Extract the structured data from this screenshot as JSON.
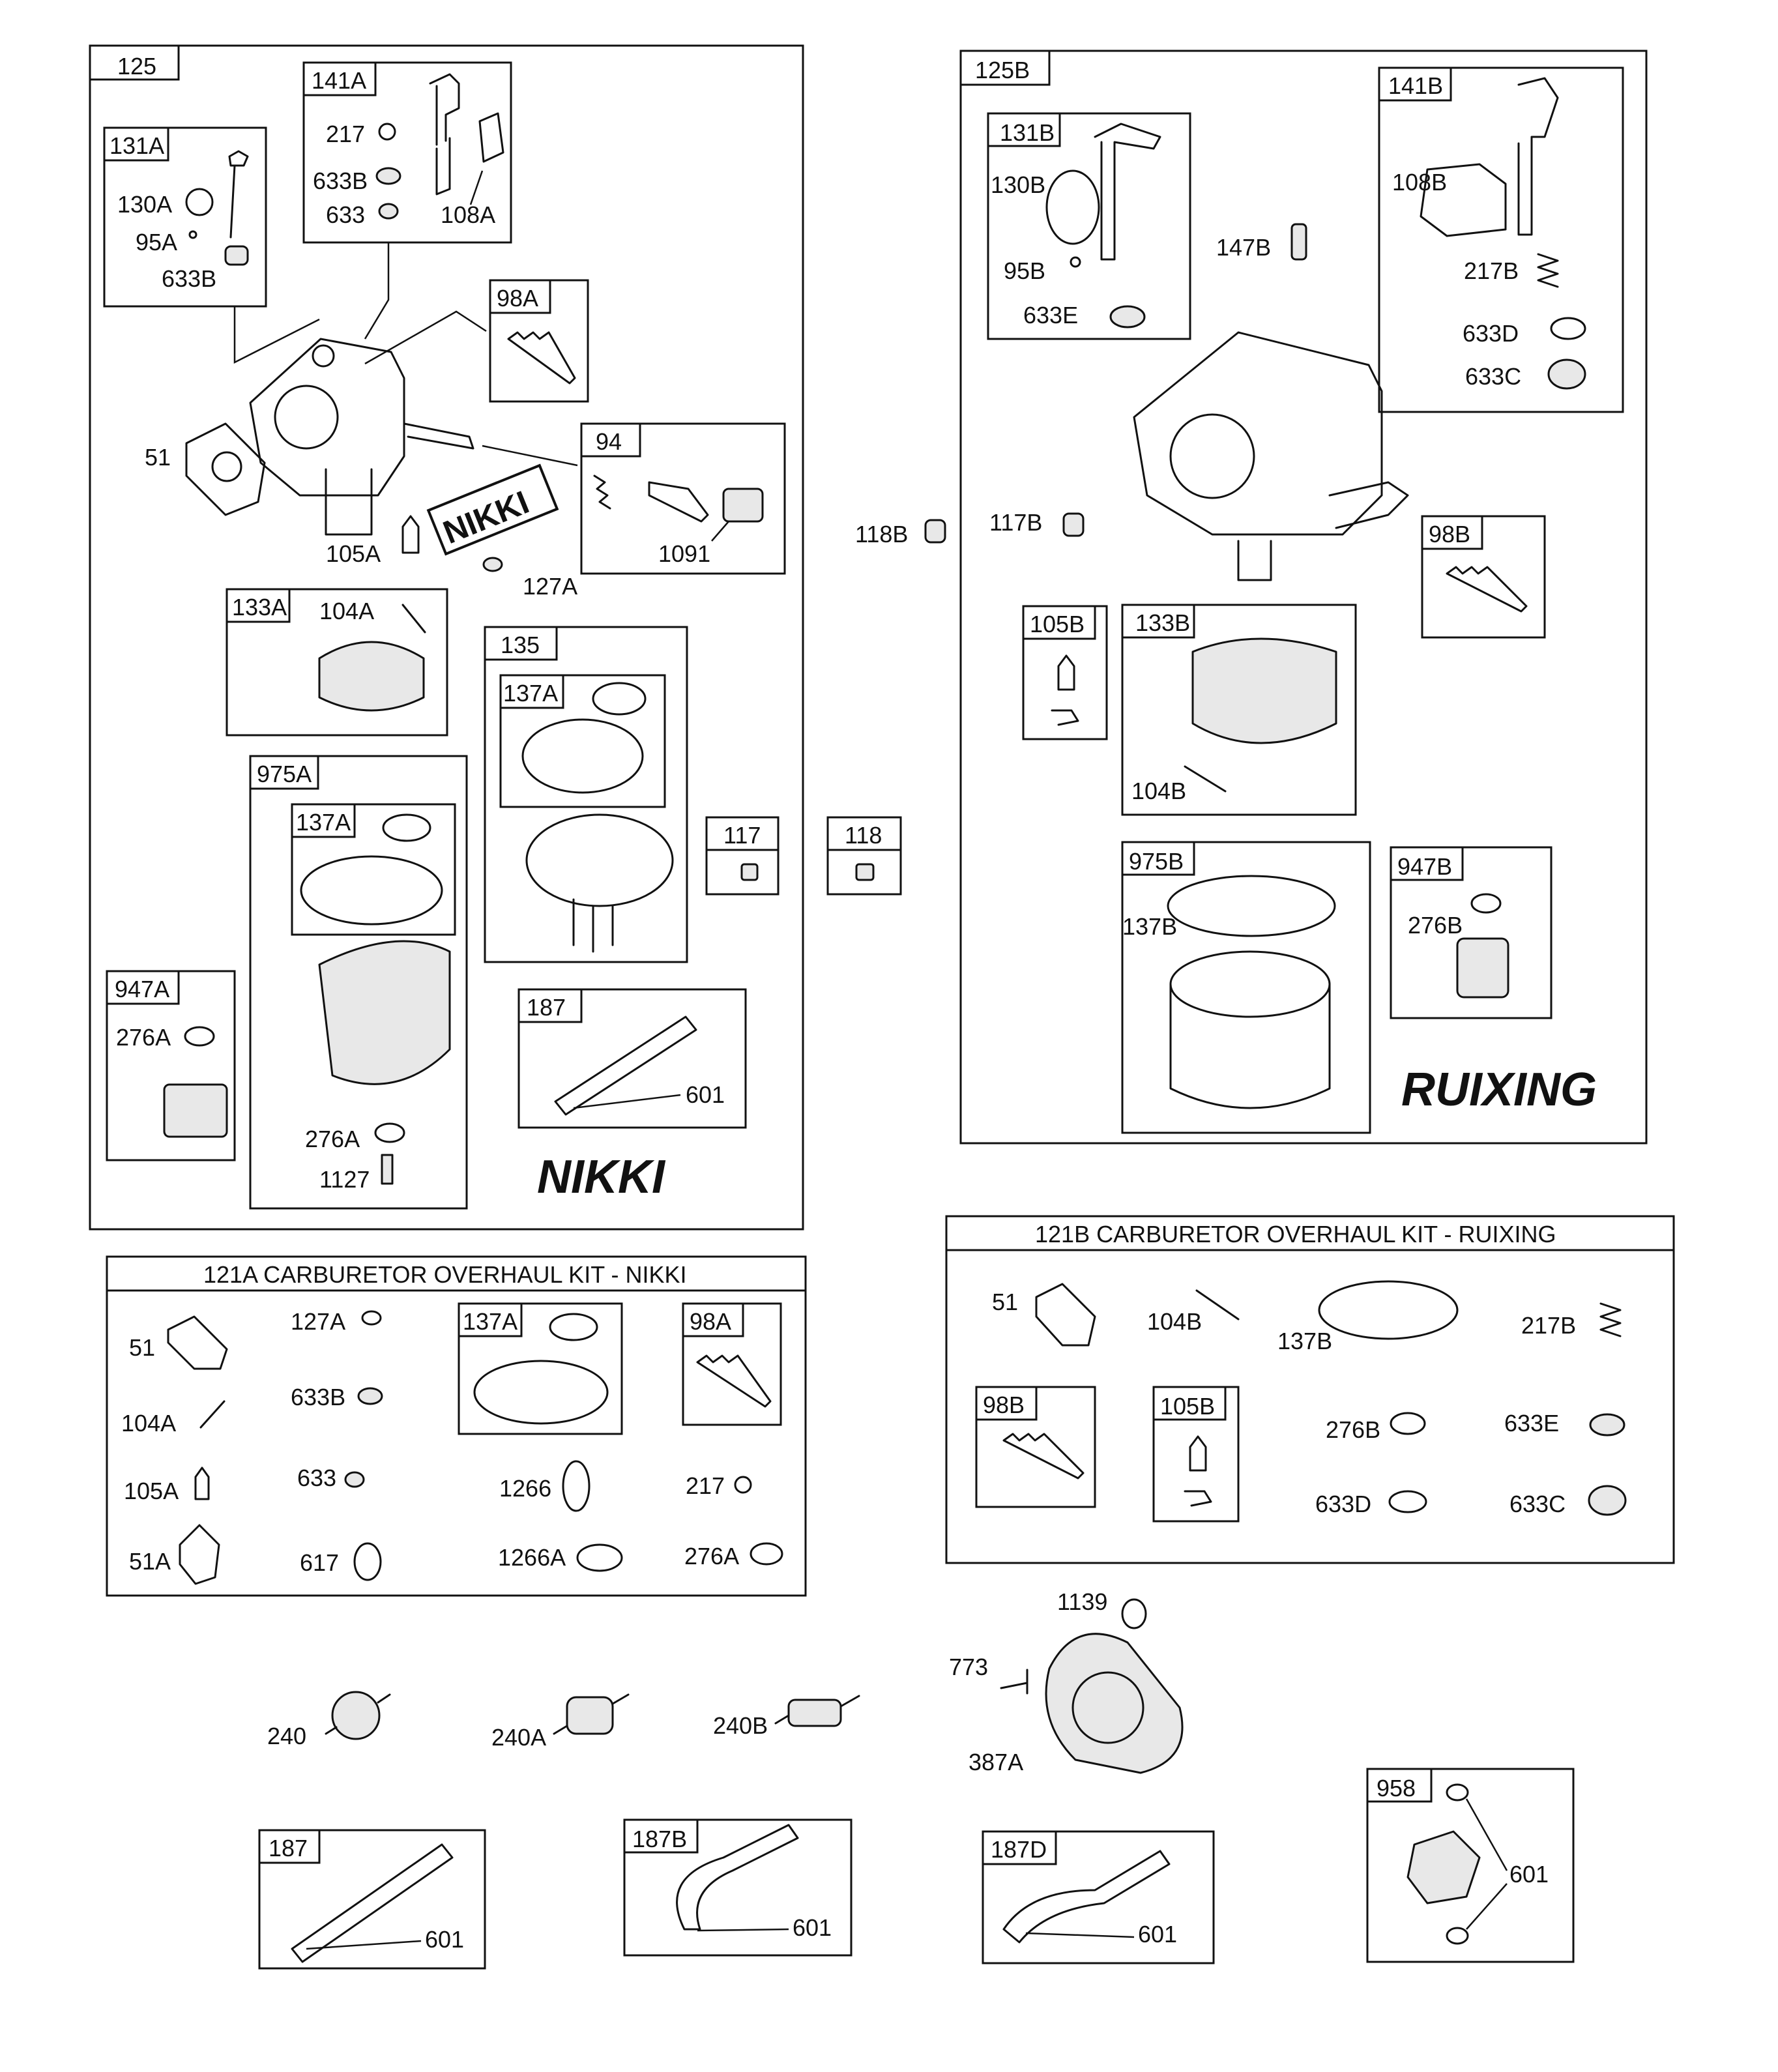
{
  "colors": {
    "line": "#111111",
    "background": "#ffffff",
    "part_fill": "#e8e8e8"
  },
  "groups": {
    "g125": "125",
    "g141A": "141A",
    "g131A": "131A",
    "g98A": "98A",
    "g94": "94",
    "g133A": "133A",
    "g135": "135",
    "g137A_135": "137A",
    "g975A": "975A",
    "g137A_975": "137A",
    "g947A": "947A",
    "g187_top": "187",
    "g117": "117",
    "g118": "118",
    "g125B": "125B",
    "g131B": "131B",
    "g141B": "141B",
    "g98B": "98B",
    "g105B": "105B",
    "g133B": "133B",
    "g975B": "975B",
    "g947B": "947B",
    "g137A_kit": "137A",
    "g98A_kit": "98A",
    "g98B_kit": "98B",
    "g105B_kit": "105B",
    "g187": "187",
    "g187B": "187B",
    "g187D": "187D",
    "g958": "958"
  },
  "labels": {
    "l217": "217",
    "l633B_141": "633B",
    "l633": "633",
    "l108A": "108A",
    "l130A": "130A",
    "l95A": "95A",
    "l633B_131": "633B",
    "l51": "51",
    "l105A": "105A",
    "l127A": "127A",
    "l1091": "1091",
    "l104A": "104A",
    "l276A_975": "276A",
    "l1127": "1127",
    "l276A_947": "276A",
    "l601_top": "601",
    "l118B": "118B",
    "l117B": "117B",
    "l130B": "130B",
    "l95B": "95B",
    "l633E": "633E",
    "l147B": "147B",
    "l108B": "108B",
    "l217B": "217B",
    "l633D": "633D",
    "l633C": "633C",
    "l104B": "104B",
    "l137B": "137B",
    "l276B": "276B",
    "k51": "51",
    "k127A": "127A",
    "k104A": "104A",
    "k633B": "633B",
    "k105A": "105A",
    "k633": "633",
    "k1266": "1266",
    "k217": "217",
    "k51A": "51A",
    "k617": "617",
    "k1266A": "1266A",
    "k276A": "276A",
    "kb51": "51",
    "kb104B": "104B",
    "kb137B": "137B",
    "kb217B": "217B",
    "kb276B": "276B",
    "kb633E": "633E",
    "kb633D": "633D",
    "kb633C": "633C",
    "l1139": "1139",
    "l773": "773",
    "l387A": "387A",
    "l240": "240",
    "l240A": "240A",
    "l240B": "240B",
    "l601_187": "601",
    "l601_187B": "601",
    "l601_187D": "601",
    "l601_958": "601"
  },
  "brands": {
    "nikki_tag": "NIKKI",
    "nikki": "NIKKI",
    "ruixing": "RUIXING"
  },
  "kits": {
    "nikki_title": "121A CARBURETOR OVERHAUL KIT - NIKKI",
    "ruixing_title": "121B CARBURETOR OVERHAUL KIT - RUIXING"
  }
}
